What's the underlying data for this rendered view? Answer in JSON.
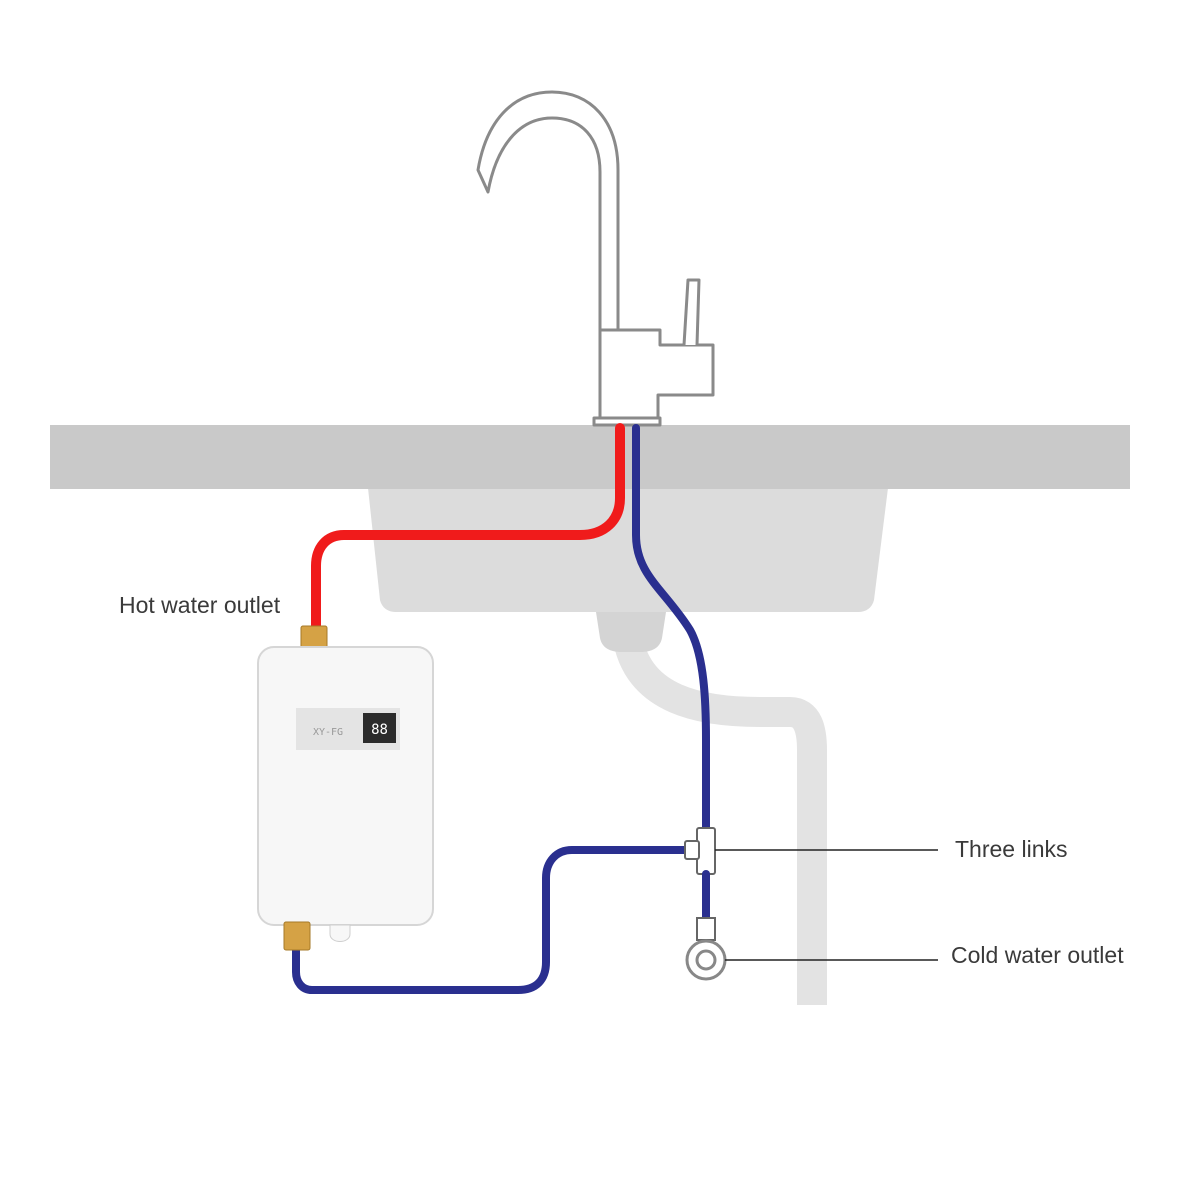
{
  "labels": {
    "hot_water_outlet": "Hot water outlet",
    "three_links": "Three links",
    "cold_water_outlet": "Cold water outlet"
  },
  "heater": {
    "model_text": "XY-FG",
    "display_value": "88"
  },
  "colors": {
    "hot_pipe": "#f01b1b",
    "cold_pipe": "#2a2f8f",
    "counter": "#c9c9c9",
    "sink_basin": "#dcdcdc",
    "drain_pipe": "#e3e3e3",
    "faucet_outline": "#8a8a8a",
    "heater_body": "#f7f7f7",
    "brass_fitting": "#d5a245",
    "display_panel": "#e4e4e4",
    "display_screen": "#2b2b2b",
    "leader_line": "#222222"
  },
  "icons": {
    "faucet": "faucet-icon",
    "water_heater": "water-heater-icon",
    "tee_connector": "tee-connector-icon",
    "cold_valve": "valve-icon"
  }
}
